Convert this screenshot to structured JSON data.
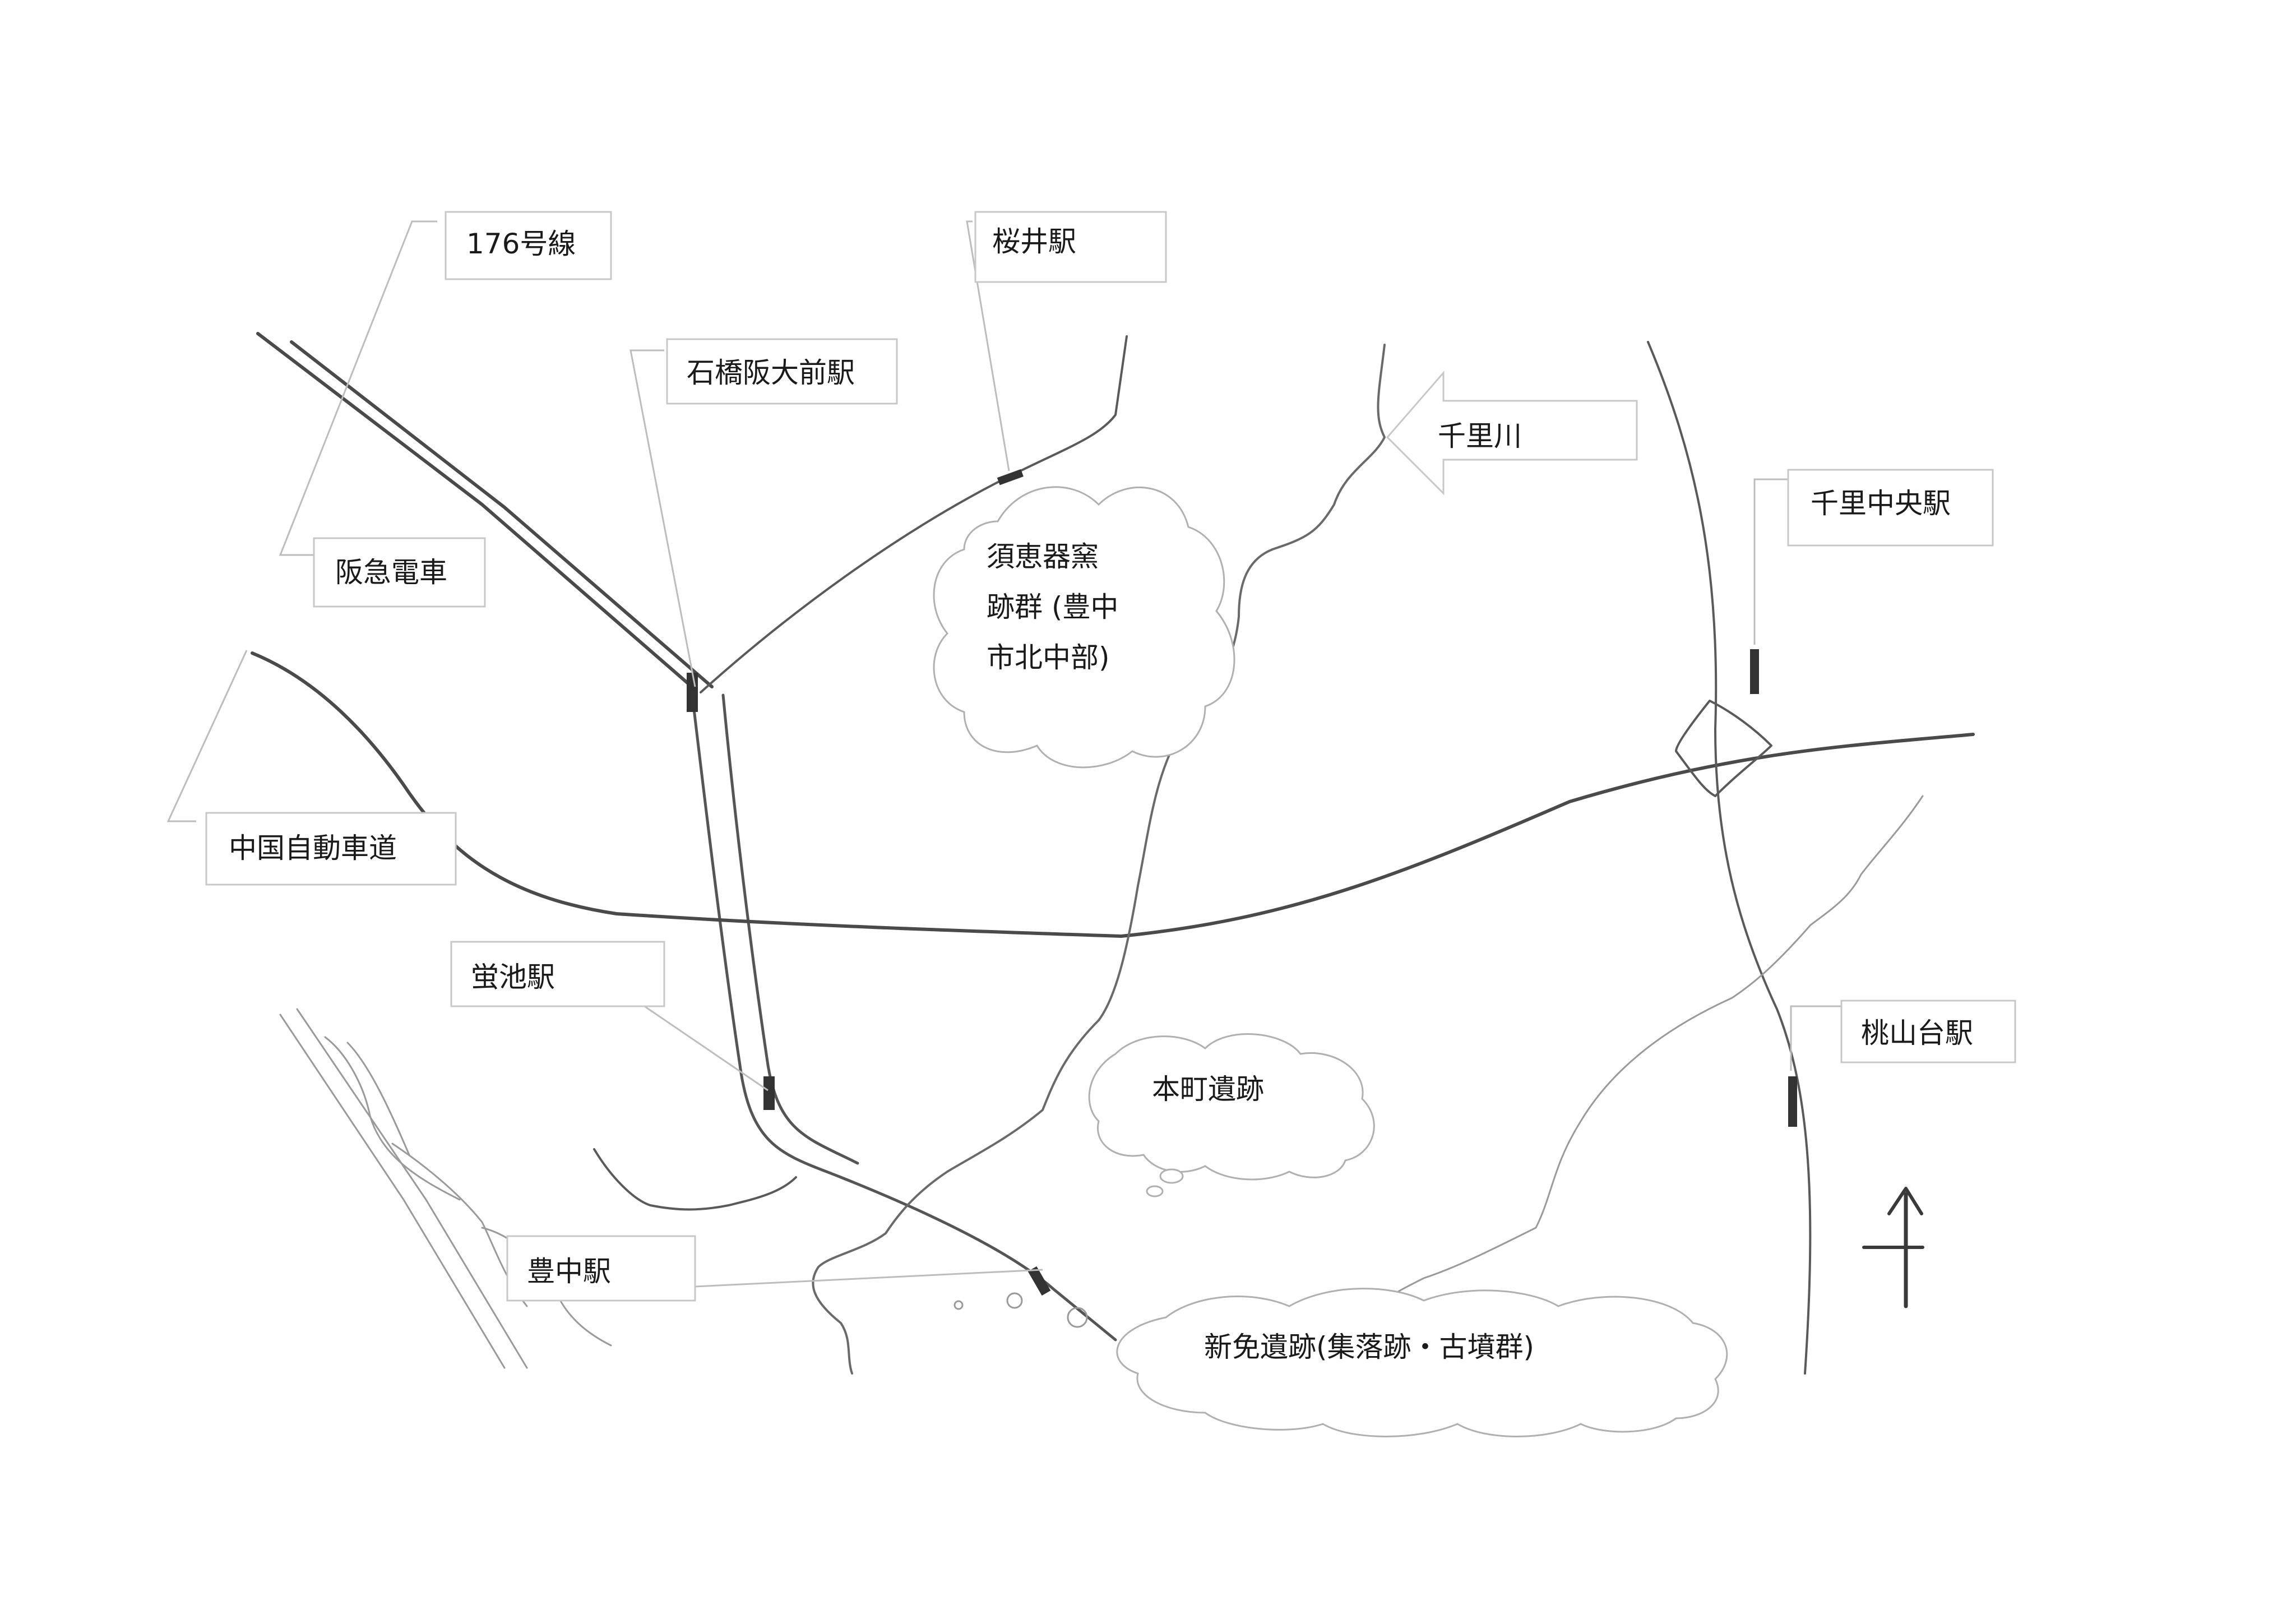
{
  "labels": {
    "route176": "176号線",
    "hankyu": "阪急電車",
    "chugoku_expressway": "中国自動車道",
    "ishibashi_station": "石橋阪大前駅",
    "sakurai_station": "桜井駅",
    "senri_river": "千里川",
    "senri_chuo_station": "千里中央駅",
    "hotarugaike_station": "蛍池駅",
    "momoyamadai_station": "桃山台駅",
    "toyonaka_station": "豊中駅"
  },
  "sites": {
    "sueki_line1": "須恵器窯",
    "sueki_line2": "跡群 (豊中",
    "sueki_line3": "市北中部)",
    "honmachi": "本町遺跡",
    "shinmen": "新免遺跡(集落跡・古墳群)"
  },
  "icons": {
    "north": "north-arrow-icon"
  },
  "colors": {
    "ink": "#4a4a4a",
    "label_box_border": "#c8c8c8"
  }
}
